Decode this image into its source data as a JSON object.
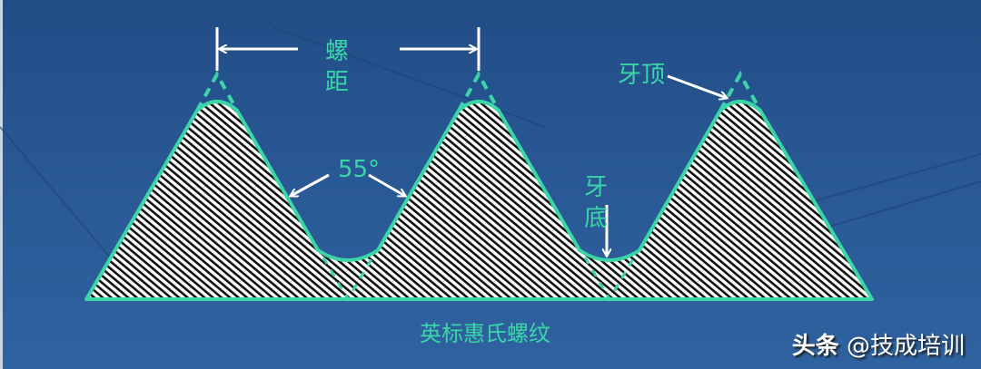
{
  "diagram": {
    "title": "英标惠氏螺纹",
    "labels": {
      "pitch": [
        "螺",
        "距"
      ],
      "crest": "牙顶",
      "angle": "55°",
      "root": [
        "牙",
        "底"
      ]
    },
    "watermark": {
      "brand": "头条",
      "account": "@技成培训"
    },
    "colors": {
      "background": "#2a5a96",
      "outline": "#3bd6a8",
      "label": "#3bd6a8",
      "arrow": "#ffffff",
      "hatch_dark": "#111111",
      "hatch_light": "#ffffff"
    }
  }
}
